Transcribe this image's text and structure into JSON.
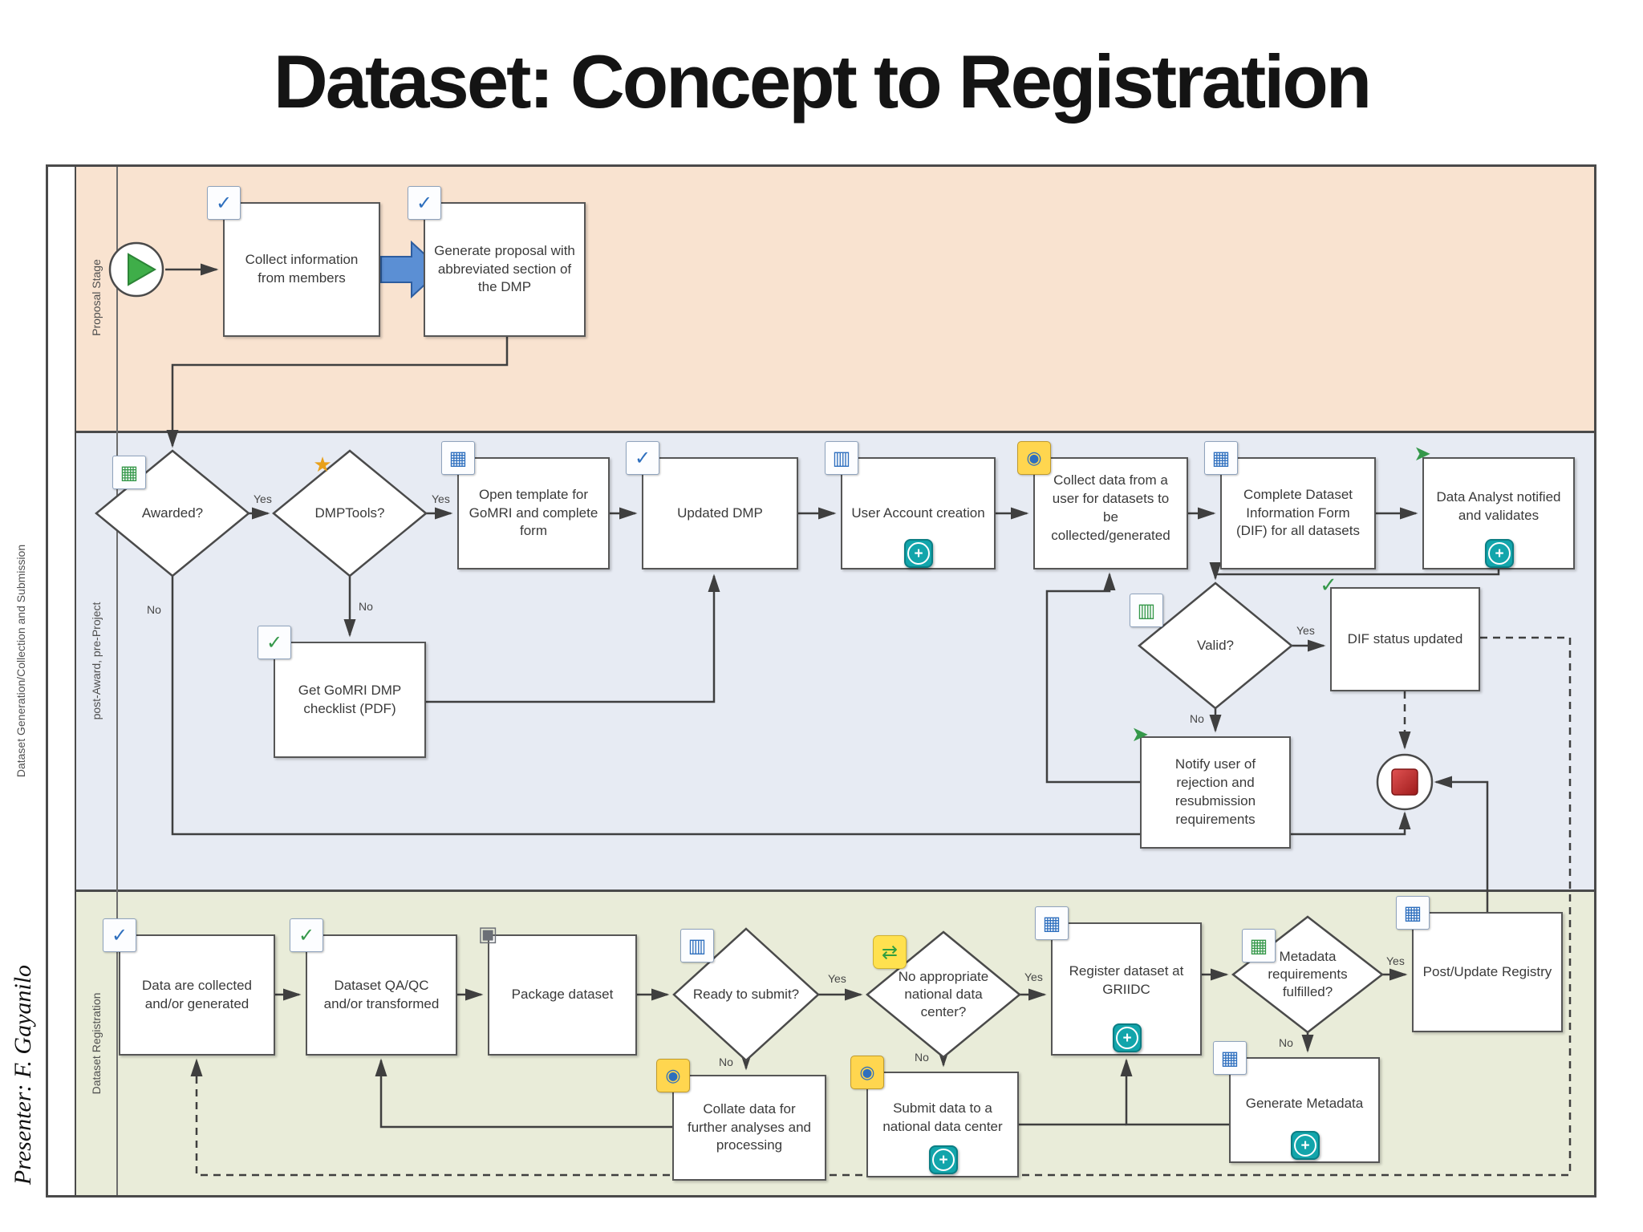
{
  "title": "Dataset: Concept to Registration",
  "presenter": "Presenter: F. Gayanilo",
  "pool": {
    "group_label": "Dataset Generation/Collection and Submission",
    "lanes": [
      {
        "label": "Proposal Stage"
      },
      {
        "label": "post-Award, pre-Project"
      },
      {
        "label": "Dataset Registration"
      }
    ]
  },
  "labels": {
    "yes": "Yes",
    "no": "No"
  },
  "nodes": {
    "collect_info": "Collect information from members",
    "generate_proposal": "Generate proposal with abbreviated section of the DMP",
    "awarded": "Awarded?",
    "dmptools": "DMPTools?",
    "open_template": "Open template for GoMRI and complete form",
    "get_checklist": "Get GoMRI DMP checklist (PDF)",
    "updated_dmp": "Updated DMP",
    "user_account": "User Account creation",
    "collect_data": "Collect data from a user for datasets to be collected/generated",
    "complete_dif": "Complete Dataset Information Form (DIF) for all datasets",
    "data_analyst": "Data Analyst notified and validates",
    "valid": "Valid?",
    "dif_status": "DIF status updated",
    "notify_user": "Notify user of rejection and resubmission requirements",
    "data_collected": "Data are collected and/or generated",
    "qaqc": "Dataset QA/QC and/or transformed",
    "package": "Package dataset",
    "ready_submit": "Ready to submit?",
    "no_national": "No appropriate national data center?",
    "register": "Register dataset at GRIIDC",
    "metadata_req": "Metadata requirements fulfilled?",
    "post_update": "Post/Update Registry",
    "collate": "Collate data for further analyses and processing",
    "submit_national": "Submit data to a national data center",
    "generate_metadata": "Generate Metadata"
  },
  "edges": [
    {
      "from": "start",
      "to": "collect_info"
    },
    {
      "from": "collect_info",
      "to": "generate_proposal"
    },
    {
      "from": "generate_proposal",
      "to": "awarded"
    },
    {
      "from": "awarded",
      "to": "dmptools",
      "label": "Yes"
    },
    {
      "from": "awarded",
      "to": "stop",
      "label": "No"
    },
    {
      "from": "dmptools",
      "to": "open_template",
      "label": "Yes"
    },
    {
      "from": "dmptools",
      "to": "get_checklist",
      "label": "No"
    },
    {
      "from": "get_checklist",
      "to": "updated_dmp"
    },
    {
      "from": "open_template",
      "to": "updated_dmp"
    },
    {
      "from": "updated_dmp",
      "to": "user_account"
    },
    {
      "from": "user_account",
      "to": "collect_data"
    },
    {
      "from": "collect_data",
      "to": "complete_dif"
    },
    {
      "from": "complete_dif",
      "to": "data_analyst"
    },
    {
      "from": "data_analyst",
      "to": "valid"
    },
    {
      "from": "valid",
      "to": "dif_status",
      "label": "Yes"
    },
    {
      "from": "valid",
      "to": "notify_user",
      "label": "No"
    },
    {
      "from": "notify_user",
      "to": "collect_data"
    },
    {
      "from": "dif_status",
      "to": "stop",
      "style": "dashed"
    },
    {
      "from": "dif_status",
      "to": "data_collected",
      "style": "dashed"
    },
    {
      "from": "data_collected",
      "to": "qaqc"
    },
    {
      "from": "qaqc",
      "to": "package"
    },
    {
      "from": "package",
      "to": "ready_submit"
    },
    {
      "from": "ready_submit",
      "to": "no_national",
      "label": "Yes"
    },
    {
      "from": "ready_submit",
      "to": "collate",
      "label": "No"
    },
    {
      "from": "collate",
      "to": "qaqc"
    },
    {
      "from": "no_national",
      "to": "register",
      "label": "Yes"
    },
    {
      "from": "no_national",
      "to": "submit_national",
      "label": "No"
    },
    {
      "from": "submit_national",
      "to": "register"
    },
    {
      "from": "register",
      "to": "metadata_req"
    },
    {
      "from": "metadata_req",
      "to": "post_update",
      "label": "Yes"
    },
    {
      "from": "metadata_req",
      "to": "generate_metadata",
      "label": "No"
    },
    {
      "from": "generate_metadata",
      "to": "register"
    },
    {
      "from": "post_update",
      "to": "stop"
    }
  ],
  "icons": {
    "check": "✓",
    "spreadsheet": "▦",
    "grid": "▥",
    "person": "◉",
    "transfer": "⇄",
    "star": "★",
    "package": "▣",
    "arrow": "➤",
    "plus": "+"
  },
  "colors": {
    "lane_proposal": "#f9e3d0",
    "lane_submission": "#e7ebf3",
    "lane_registration": "#e9ecd9",
    "teal_marker": "#12a5ab",
    "big_arrow_blue": "#5b8fd4",
    "start_green": "#3fae49",
    "stop_red": "#c23b3b",
    "connector": "#3f3f3f"
  }
}
